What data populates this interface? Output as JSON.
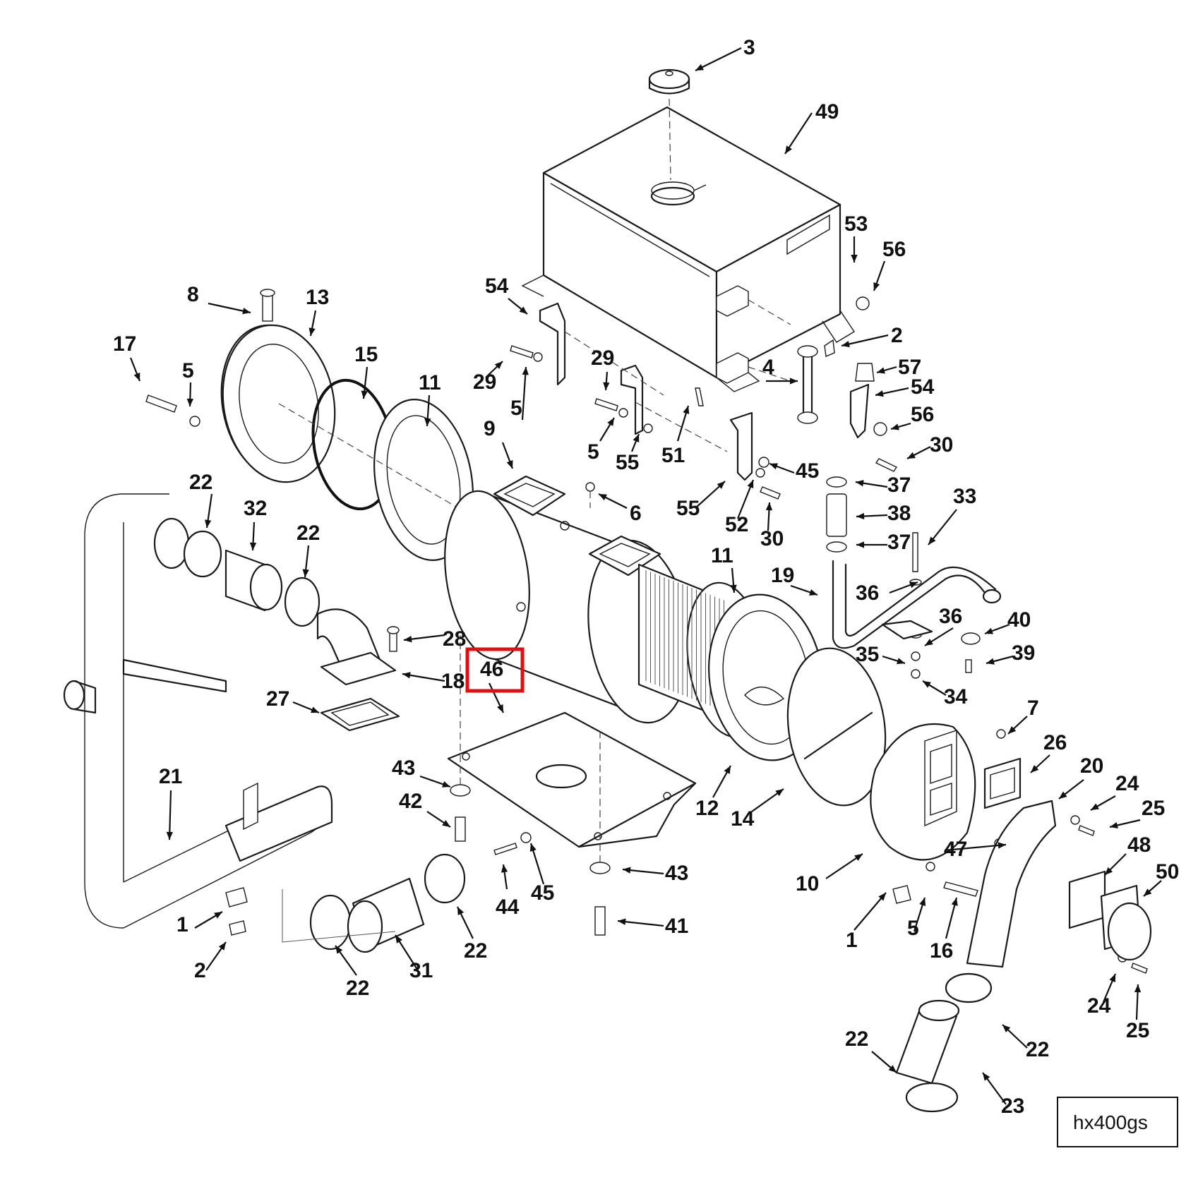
{
  "drawing_code": "hx400gs",
  "highlight": {
    "label": "46",
    "color": "#e01010"
  },
  "callouts": [
    {
      "id": "c3",
      "text": "3"
    },
    {
      "id": "c49",
      "text": "49"
    },
    {
      "id": "c53",
      "text": "53"
    },
    {
      "id": "c56a",
      "text": "56"
    },
    {
      "id": "c54a",
      "text": "54"
    },
    {
      "id": "c2a",
      "text": "2"
    },
    {
      "id": "c8",
      "text": "8"
    },
    {
      "id": "c13",
      "text": "13"
    },
    {
      "id": "c17",
      "text": "17"
    },
    {
      "id": "c5a",
      "text": "5"
    },
    {
      "id": "c15",
      "text": "15"
    },
    {
      "id": "c11a",
      "text": "11"
    },
    {
      "id": "c29a",
      "text": "29"
    },
    {
      "id": "c5b",
      "text": "5"
    },
    {
      "id": "c29b",
      "text": "29"
    },
    {
      "id": "c4",
      "text": "4"
    },
    {
      "id": "c57",
      "text": "57"
    },
    {
      "id": "c54b",
      "text": "54"
    },
    {
      "id": "c9",
      "text": "9"
    },
    {
      "id": "c5c",
      "text": "5"
    },
    {
      "id": "c55a",
      "text": "55"
    },
    {
      "id": "c51",
      "text": "51"
    },
    {
      "id": "c56b",
      "text": "56"
    },
    {
      "id": "c30a",
      "text": "30"
    },
    {
      "id": "c22a",
      "text": "22"
    },
    {
      "id": "c32",
      "text": "32"
    },
    {
      "id": "c6",
      "text": "6"
    },
    {
      "id": "c45a",
      "text": "45"
    },
    {
      "id": "c37a",
      "text": "37"
    },
    {
      "id": "c22b",
      "text": "22"
    },
    {
      "id": "c55b",
      "text": "55"
    },
    {
      "id": "c52",
      "text": "52"
    },
    {
      "id": "c30b",
      "text": "30"
    },
    {
      "id": "c38",
      "text": "38"
    },
    {
      "id": "c33",
      "text": "33"
    },
    {
      "id": "c37b",
      "text": "37"
    },
    {
      "id": "c11b",
      "text": "11"
    },
    {
      "id": "c19",
      "text": "19"
    },
    {
      "id": "c36a",
      "text": "36"
    },
    {
      "id": "c36b",
      "text": "36"
    },
    {
      "id": "c40",
      "text": "40"
    },
    {
      "id": "c28",
      "text": "28"
    },
    {
      "id": "c18",
      "text": "18"
    },
    {
      "id": "c35",
      "text": "35"
    },
    {
      "id": "c39",
      "text": "39"
    },
    {
      "id": "c34",
      "text": "34"
    },
    {
      "id": "c27",
      "text": "27"
    },
    {
      "id": "c7",
      "text": "7"
    },
    {
      "id": "c26",
      "text": "26"
    },
    {
      "id": "c20",
      "text": "20"
    },
    {
      "id": "c21",
      "text": "21"
    },
    {
      "id": "c43a",
      "text": "43"
    },
    {
      "id": "c24a",
      "text": "24"
    },
    {
      "id": "c42",
      "text": "42"
    },
    {
      "id": "c12",
      "text": "12"
    },
    {
      "id": "c14",
      "text": "14"
    },
    {
      "id": "c25a",
      "text": "25"
    },
    {
      "id": "c47",
      "text": "47"
    },
    {
      "id": "c48",
      "text": "48"
    },
    {
      "id": "c50",
      "text": "50"
    },
    {
      "id": "c43b",
      "text": "43"
    },
    {
      "id": "c10",
      "text": "10"
    },
    {
      "id": "c44",
      "text": "44"
    },
    {
      "id": "c45b",
      "text": "45"
    },
    {
      "id": "c1a",
      "text": "1"
    },
    {
      "id": "c41",
      "text": "41"
    },
    {
      "id": "c22c",
      "text": "22"
    },
    {
      "id": "c1b",
      "text": "1"
    },
    {
      "id": "c5d",
      "text": "5"
    },
    {
      "id": "c16",
      "text": "16"
    },
    {
      "id": "c2b",
      "text": "2"
    },
    {
      "id": "c31",
      "text": "31"
    },
    {
      "id": "c22d",
      "text": "22"
    },
    {
      "id": "c24b",
      "text": "24"
    },
    {
      "id": "c22e",
      "text": "22"
    },
    {
      "id": "c25b",
      "text": "25"
    },
    {
      "id": "c22f",
      "text": "22"
    },
    {
      "id": "c23",
      "text": "23"
    },
    {
      "id": "c46",
      "text": "46"
    }
  ]
}
